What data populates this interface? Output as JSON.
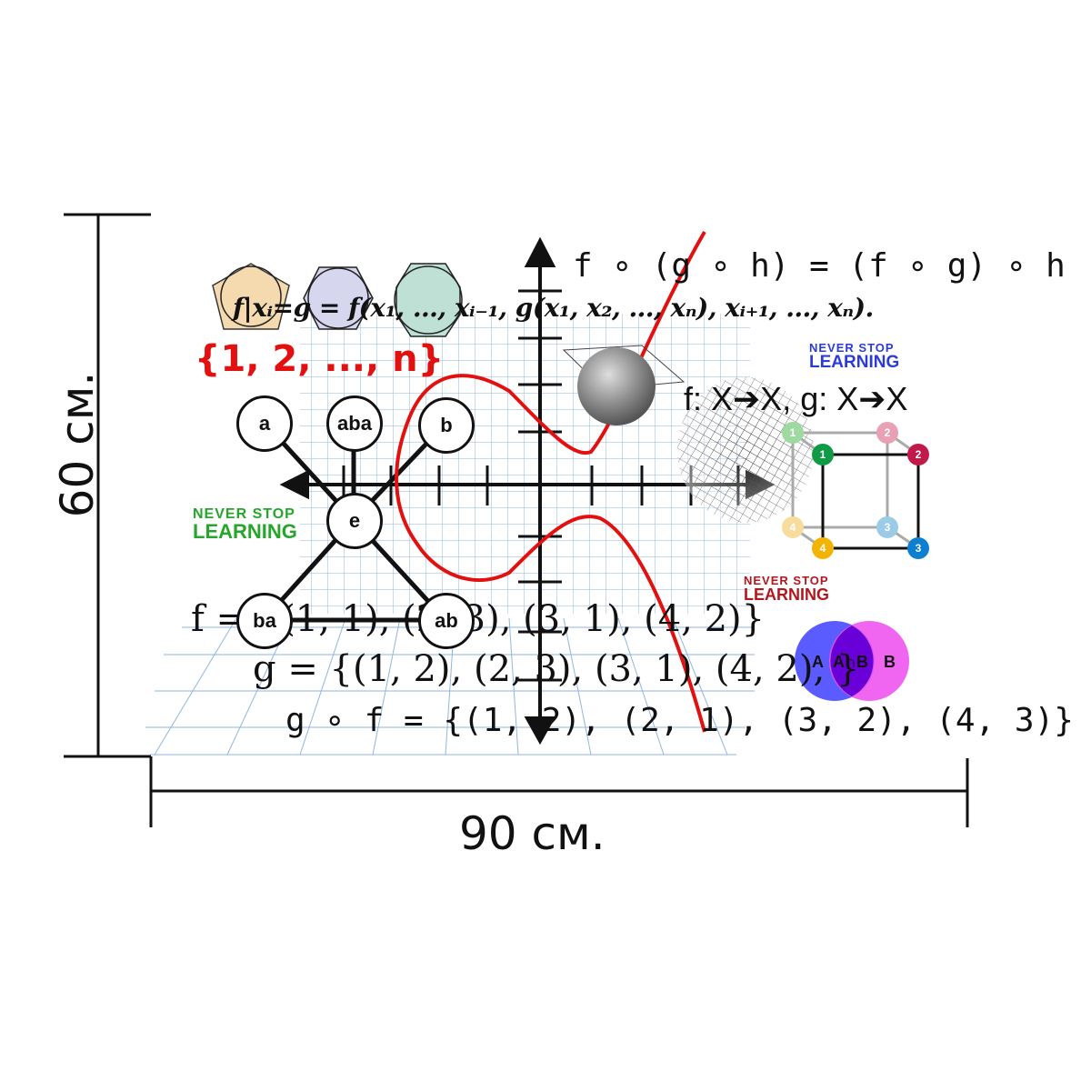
{
  "dimensions": {
    "height_label": "60 см.",
    "width_label": "90 см."
  },
  "formulas": {
    "assoc": "f ∘ (g ∘ h) = (f ∘ g) ∘ h",
    "restriction": "f|xᵢ=g = f(x₁, …, xᵢ₋₁, g(x₁, x₂, …, xₙ), xᵢ₊₁, …, xₙ).",
    "set": "{1, 2, ..., n}",
    "maps": "f: X➔X, g: X➔X",
    "f_set": "f = {(1, 1), (2, 3), (3, 1), (4, 2)}",
    "g_set": "g = {(1, 2), (2, 3), (3, 1), (4, 2), }",
    "gf_set": "g ∘ f = {(1, 2), (2, 1), (3, 2), (4, 3)}"
  },
  "graph_nodes": {
    "a": "a",
    "aba": "aba",
    "b": "b",
    "e": "e",
    "ba": "ba",
    "ab": "ab"
  },
  "never_stop": {
    "line1": "NEVER STOP",
    "line2": "LEARNING"
  },
  "venn": {
    "a": "A",
    "ab": "A∩B",
    "b": "B"
  },
  "cube_labels": {
    "n1": "1",
    "n2": "2",
    "n3": "3",
    "n4": "4"
  },
  "colors": {
    "red": "#e31010",
    "green": "#23a62a",
    "blue": "#2b3bd6",
    "darkred": "#b3161c",
    "grid": "#8fb6e0"
  }
}
